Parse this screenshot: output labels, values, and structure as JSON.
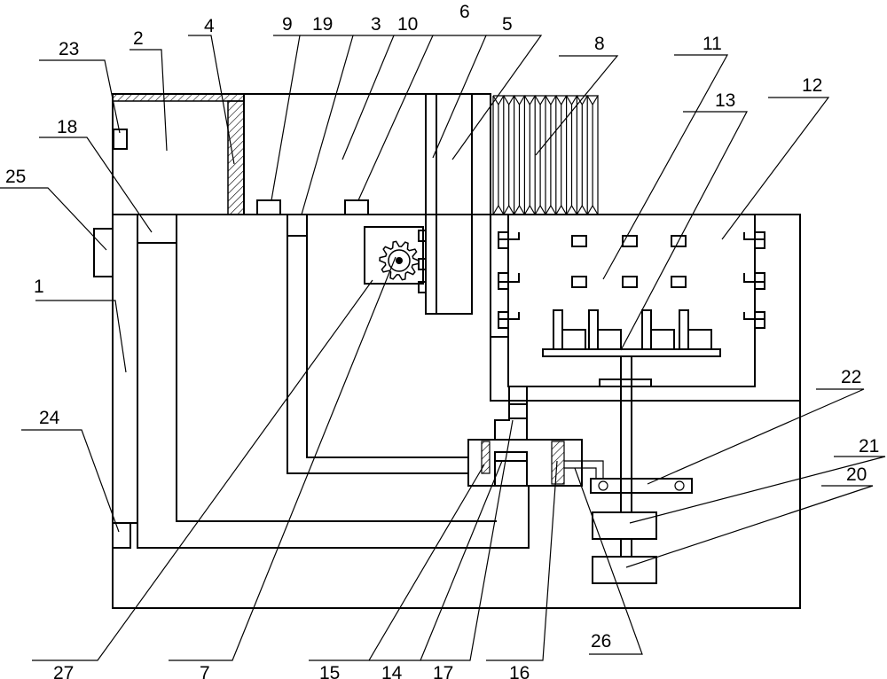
{
  "figure": {
    "callouts": [
      "1",
      "2",
      "3",
      "4",
      "5",
      "6",
      "7",
      "8",
      "9",
      "10",
      "11",
      "12",
      "13",
      "14",
      "15",
      "16",
      "17",
      "18",
      "19",
      "20",
      "21",
      "22",
      "23",
      "24",
      "25",
      "26",
      "27"
    ]
  }
}
